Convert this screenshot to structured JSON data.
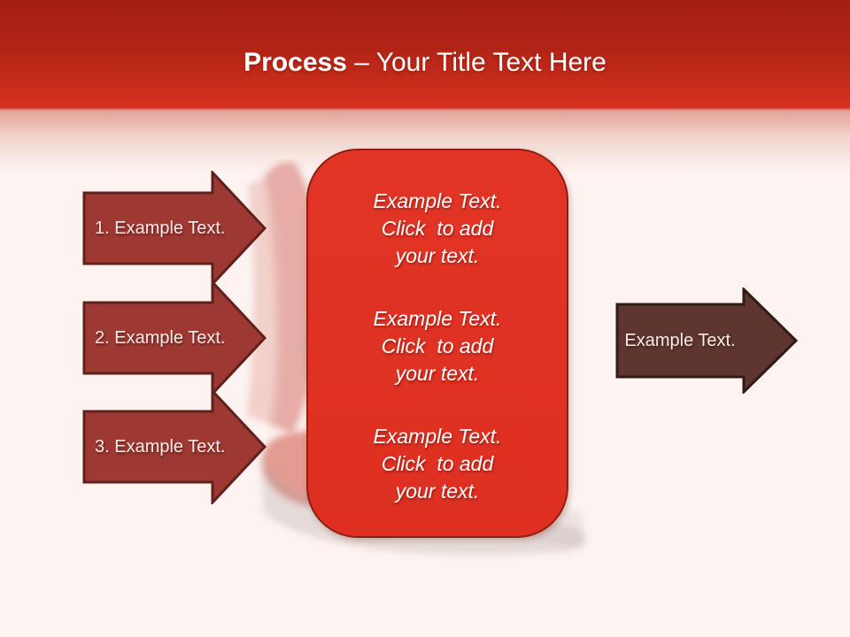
{
  "slide": {
    "title": {
      "emphasis": "Process",
      "rest": " – Your Title Text Here"
    },
    "left_arrows": [
      {
        "label": "1. Example Text."
      },
      {
        "label": "2. Example Text."
      },
      {
        "label": "3. Example Text."
      }
    ],
    "center_box": {
      "blocks": [
        "Example Text.\nClick  to add\nyour text.",
        "Example Text.\nClick  to add\nyour text.",
        "Example Text.\nClick  to add\nyour text."
      ]
    },
    "right_arrow": {
      "label": "Example Text."
    },
    "colors": {
      "header_red_dark": "#a21f12",
      "header_red": "#d63120",
      "background": "#fdf4f2",
      "left_arrow_fill": "#9e3833",
      "left_arrow_border": "#60201b",
      "right_arrow_fill": "#5e352f",
      "right_arrow_border": "#311a15",
      "box_fill": "#e03123",
      "box_border": "#8e1d12",
      "text": "#ffffff"
    }
  }
}
